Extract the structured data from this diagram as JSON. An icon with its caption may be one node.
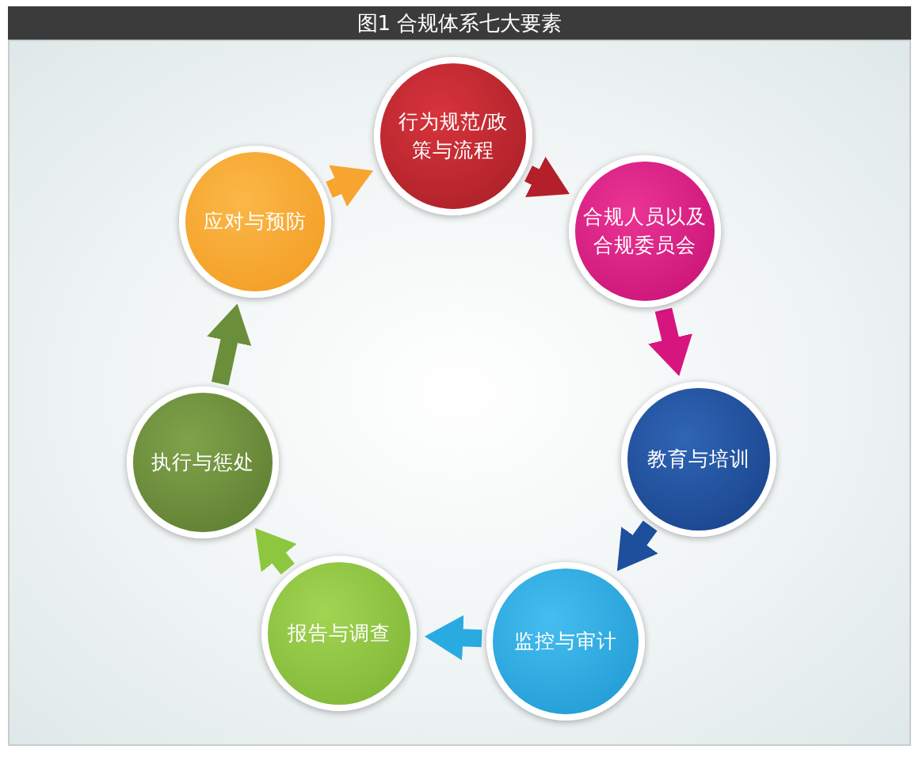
{
  "diagram": {
    "title": "图1 合规体系七大要素",
    "nodes": [
      {
        "text": [
          "行为规范/政策与流程"
        ]
      },
      {
        "text": [
          "合规人员以及合规委员会"
        ]
      },
      {
        "text": [
          "教育与培训"
        ]
      },
      {
        "text": [
          "监控与审计"
        ]
      },
      {
        "text": [
          "报告与调查"
        ]
      },
      {
        "text": [
          "执行与惩处"
        ]
      },
      {
        "text": [
          "应对与预防"
        ]
      }
    ],
    "edges": [
      {
        "from": 0,
        "to": 1,
        "arrow": "to",
        "color": "#b3202a"
      },
      {
        "from": 1,
        "to": 2,
        "arrow": "to",
        "color": "#d6157f"
      },
      {
        "from": 2,
        "to": 3,
        "arrow": "to",
        "color": "#1d4f9c"
      },
      {
        "from": 3,
        "to": 4,
        "arrow": "to",
        "color": "#29abe2"
      },
      {
        "from": 4,
        "to": 5,
        "arrow": "to",
        "color": "#8dc63f"
      },
      {
        "from": 5,
        "to": 6,
        "arrow": "to",
        "color": "#6b8e3a"
      },
      {
        "from": 6,
        "to": 0,
        "arrow": "to",
        "color": "#f7a530"
      }
    ]
  }
}
